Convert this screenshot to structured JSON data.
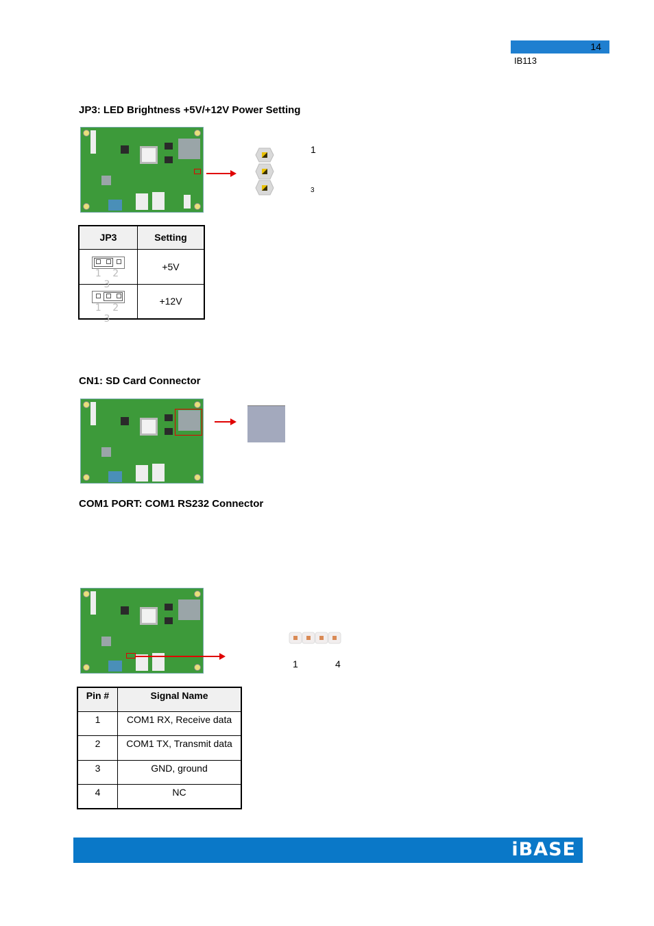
{
  "header": {
    "page_number": "14",
    "model": "IB113"
  },
  "jp3": {
    "heading": "JP3: LED Brightness +5V/+12V Power Setting",
    "pin_label_top": "1",
    "pin_label_bottom": "3",
    "table": {
      "headers": [
        "JP3",
        "Setting"
      ],
      "rows": [
        {
          "jumper_numbers": "1 2 3",
          "setting": "+5V"
        },
        {
          "jumper_numbers": "1 2 3",
          "setting": "+12V"
        }
      ]
    }
  },
  "cn1": {
    "heading": "CN1: SD Card Connector"
  },
  "com1": {
    "heading": "COM1 PORT: COM1 RS232 Connector",
    "pin_label_left": "1",
    "pin_label_right": "4",
    "table": {
      "headers": [
        "Pin #",
        "Signal Name"
      ],
      "rows": [
        {
          "pin": "1",
          "signal": "COM1 RX, Receive data"
        },
        {
          "pin": "2",
          "signal": "COM1 TX, Transmit data"
        },
        {
          "pin": "3",
          "signal": "GND, ground"
        },
        {
          "pin": "4",
          "signal": "NC"
        }
      ]
    }
  },
  "footer": {
    "logo_text": "iBASE"
  },
  "colors": {
    "accent_blue": "#0a78c8",
    "badge_blue": "#1f7fd0",
    "pcb_green": "#3d9a3a",
    "marker_red": "#e00000"
  }
}
